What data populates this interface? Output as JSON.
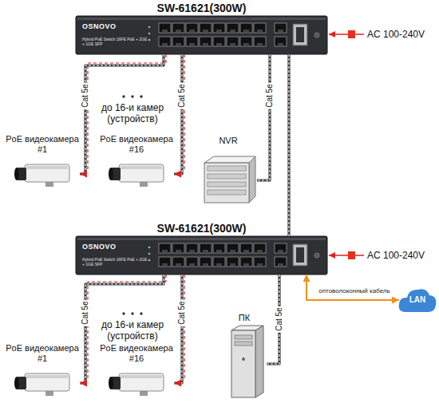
{
  "diagram": {
    "nodes": [
      {
        "text": [
          "SW-61621(300W)",
          "OSNOVO",
          "Hybrid PoE Switch 16FE PoE + 2GE + 1GE SFP"
        ]
      },
      {
        "text": [
          "PoE видеокамера #1"
        ]
      },
      {
        "text": [
          "PoE видеокамера #16"
        ]
      },
      {
        "text": [
          "NVR"
        ]
      },
      {
        "text": [
          "SW-61621(300W)",
          "OSNOVO",
          "Hybrid PoE Switch 16FE PoE + 2GE + 1GE SFP"
        ]
      },
      {
        "text": [
          "LAN"
        ]
      },
      {
        "text": [
          "PoE видеокамера #1"
        ]
      },
      {
        "text": [
          "PoE видеокамера #16"
        ]
      },
      {
        "text": [
          "ПК"
        ]
      }
    ],
    "edges": [
      {
        "from": 0,
        "to": 1,
        "arrow": "to",
        "label": "Cat 5e"
      },
      {
        "from": 0,
        "to": 2,
        "arrow": "to",
        "label": "Cat 5e"
      },
      {
        "from": 0,
        "to": 3,
        "arrow": "none",
        "label": "Cat 5e"
      },
      {
        "from": 0,
        "to": 4,
        "arrow": "none"
      },
      {
        "from": 4,
        "to": 6,
        "arrow": "to",
        "label": "Cat 5e"
      },
      {
        "from": 4,
        "to": 7,
        "arrow": "to",
        "label": "Cat 5e"
      },
      {
        "from": 4,
        "to": 8,
        "arrow": "none",
        "label": "Cat 5e"
      },
      {
        "from": 4,
        "to": 5,
        "arrow": "both",
        "label": "оптоволоконный кабель"
      }
    ],
    "labels": [
      "AC 100-240V",
      "до 16-и камер (устройств)",
      "AC 100-240V",
      "до 16-и камер (устройств)"
    ]
  }
}
